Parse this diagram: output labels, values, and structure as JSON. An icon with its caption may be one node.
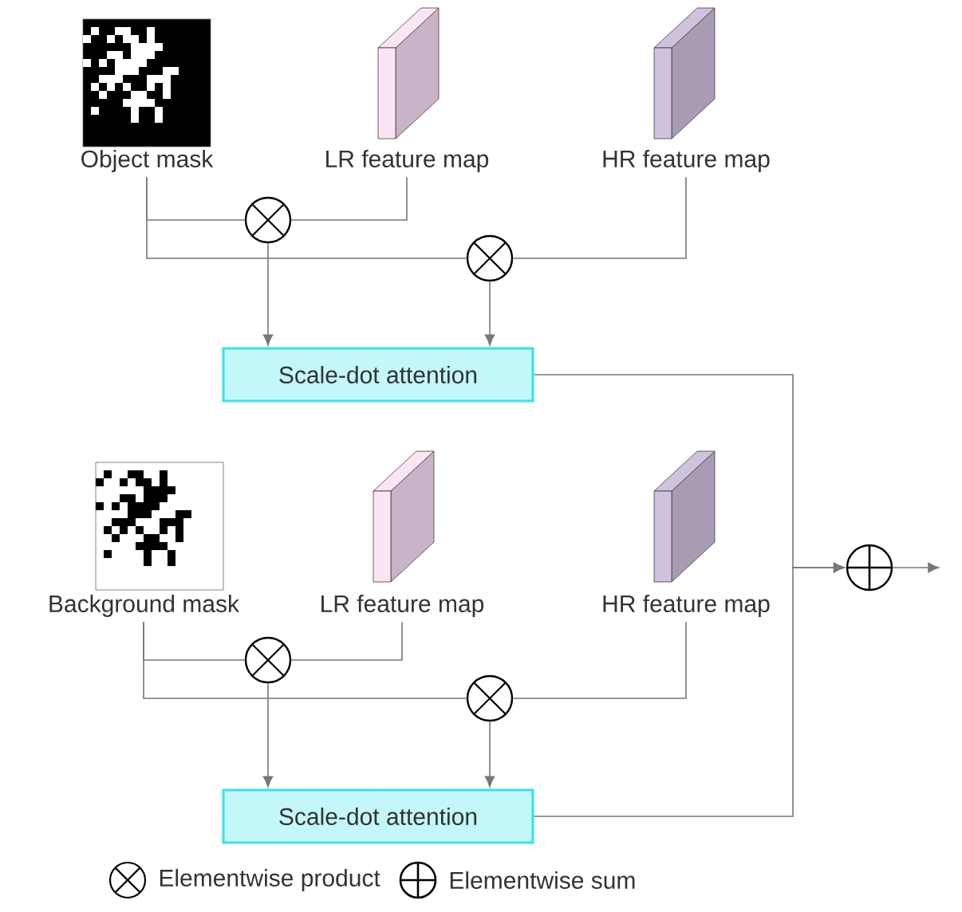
{
  "diagram": {
    "nodes": [
      {
        "text": [
          "Object mask"
        ]
      },
      {
        "text": [
          "LR feature map"
        ]
      },
      {
        "text": [
          "HR feature map"
        ]
      },
      {
        "text": [],
        "shape": "circle"
      },
      {
        "text": [],
        "shape": "circle"
      },
      {
        "text": [
          "Scale-dot attention"
        ]
      },
      {
        "text": [
          "Background mask"
        ]
      },
      {
        "text": [
          "LR feature map"
        ]
      },
      {
        "text": [
          "HR feature map"
        ]
      },
      {
        "text": [],
        "shape": "circle"
      },
      {
        "text": [],
        "shape": "circle"
      },
      {
        "text": [
          "Scale-dot attention"
        ]
      },
      {
        "text": [],
        "shape": "circle"
      }
    ],
    "edges": [
      {
        "from": 0,
        "to": 3,
        "arrow": "none"
      },
      {
        "from": 0,
        "to": 4,
        "arrow": "none"
      },
      {
        "from": 1,
        "to": 3,
        "arrow": "none"
      },
      {
        "from": 2,
        "to": 4,
        "arrow": "none"
      },
      {
        "from": 3,
        "to": 5,
        "arrow": "to"
      },
      {
        "from": 4,
        "to": 5,
        "arrow": "to"
      },
      {
        "from": 6,
        "to": 9,
        "arrow": "none"
      },
      {
        "from": 6,
        "to": 10,
        "arrow": "none"
      },
      {
        "from": 7,
        "to": 9,
        "arrow": "none"
      },
      {
        "from": 8,
        "to": 10,
        "arrow": "none"
      },
      {
        "from": 9,
        "to": 11,
        "arrow": "to"
      },
      {
        "from": 10,
        "to": 11,
        "arrow": "to"
      },
      {
        "from": 5,
        "to": 12,
        "arrow": "to"
      },
      {
        "from": 11,
        "to": 12,
        "arrow": "to"
      },
      {
        "from": 12,
        "to": null,
        "arrow": "to"
      }
    ],
    "legend": [
      {
        "text": "Elementwise product"
      },
      {
        "text": "Elementwise sum"
      }
    ]
  }
}
